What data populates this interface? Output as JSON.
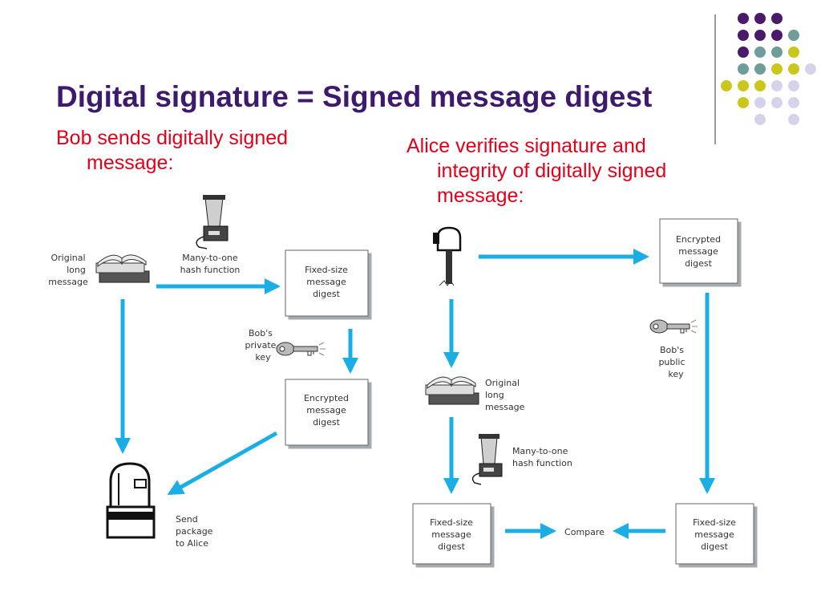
{
  "slide": {
    "title": "Digital signature = Signed message digest",
    "left_caption": [
      "Bob sends digitally signed",
      "message:"
    ],
    "right_caption": [
      "Alice verifies signature and",
      "integrity of digitally signed",
      "message:"
    ]
  },
  "left_diagram": {
    "original_label": [
      "Original",
      "long",
      "message"
    ],
    "hash_label": [
      "Many-to-one",
      "hash function"
    ],
    "digest_box": [
      "Fixed-size",
      "message",
      "digest"
    ],
    "key_label": [
      "Bob's",
      "private",
      "key"
    ],
    "encrypted_box": [
      "Encrypted",
      "message",
      "digest"
    ],
    "send_label": [
      "Send",
      "package",
      "to Alice"
    ]
  },
  "right_diagram": {
    "encrypted_box": [
      "Encrypted",
      "message",
      "digest"
    ],
    "key_label": [
      "Bob's",
      "public",
      "key"
    ],
    "original_label": [
      "Original",
      "long",
      "message"
    ],
    "hash_label": [
      "Many-to-one",
      "hash function"
    ],
    "digest_box_left": [
      "Fixed-size",
      "message",
      "digest"
    ],
    "compare_label": "Compare",
    "digest_box_right": [
      "Fixed-size",
      "message",
      "digest"
    ]
  },
  "colors": {
    "arrow": "#1aaee5",
    "title": "#3d1a6e",
    "caption": "#e3001b",
    "dot_purple": "#4a1a6b",
    "dot_teal": "#6f9d9a",
    "dot_yellow": "#c9c71c",
    "dot_lilac": "#d5d3ea"
  }
}
